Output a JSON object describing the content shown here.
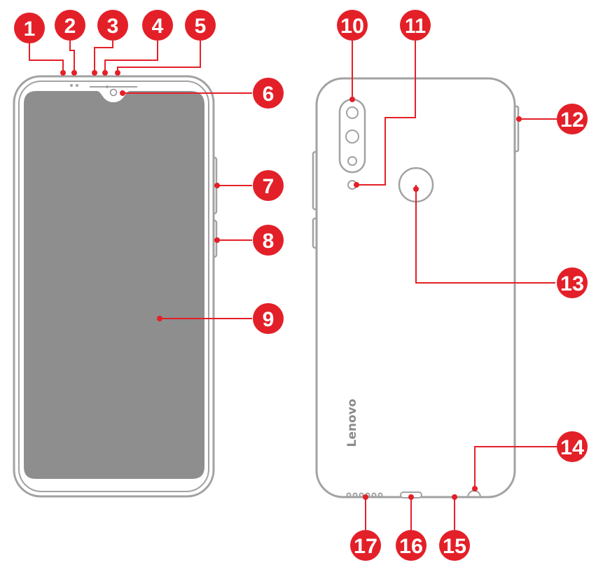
{
  "brand_text": "Lenovo",
  "colors": {
    "callout": "#e32028",
    "outline": "#a2a2a2",
    "screen": "#8e8e8e"
  },
  "callouts": [
    "1",
    "2",
    "3",
    "4",
    "5",
    "6",
    "7",
    "8",
    "9",
    "10",
    "11",
    "12",
    "13",
    "14",
    "15",
    "16",
    "17"
  ]
}
